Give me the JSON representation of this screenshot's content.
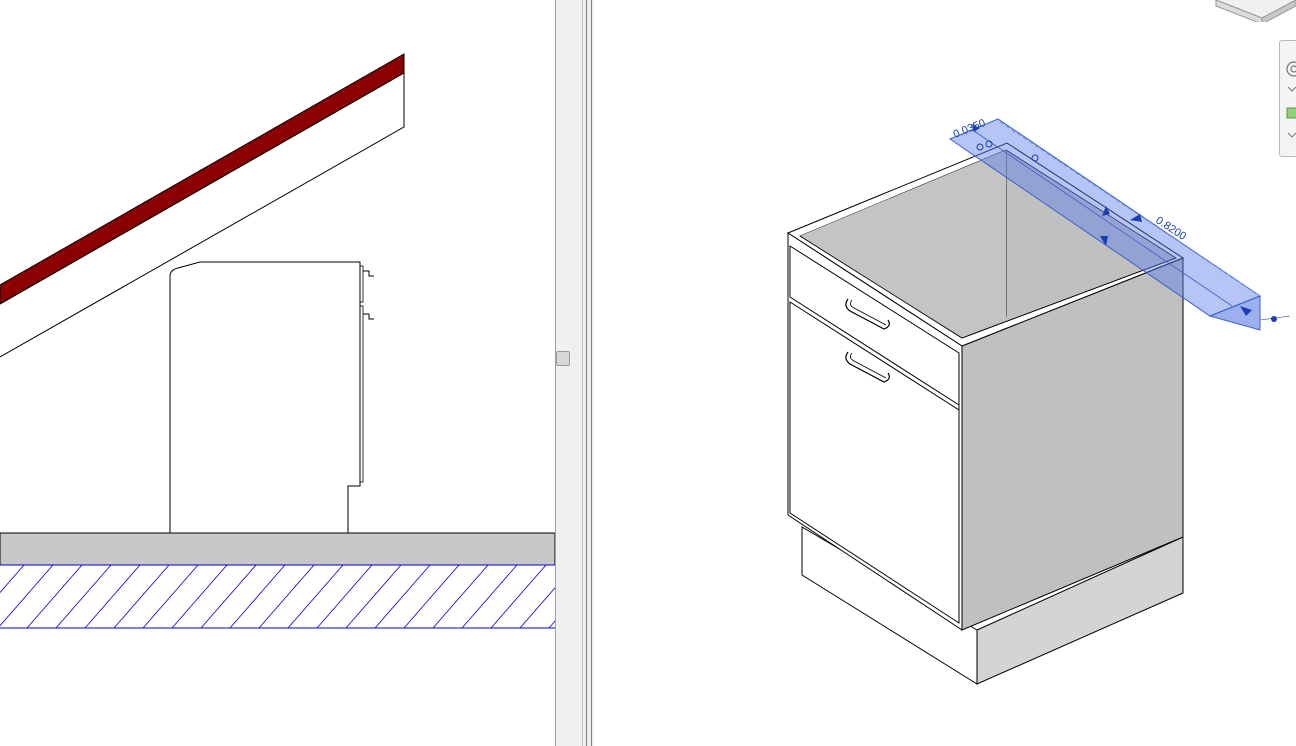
{
  "views": {
    "section": {
      "name": "section-view"
    },
    "three_d": {
      "name": "3d-view",
      "dimensions": {
        "thickness": "0.0350",
        "length": "0.8200"
      }
    }
  },
  "navigation_bar": {
    "icons": [
      "steering-wheel-icon",
      "zoom-icon"
    ]
  },
  "colors": {
    "roof_fill": "#8b0000",
    "hatch": "#0000cc",
    "floor_fill": "#c8c8c8",
    "selection": "#5b7fe8",
    "cabinet_interior": "#c0c0c0"
  }
}
